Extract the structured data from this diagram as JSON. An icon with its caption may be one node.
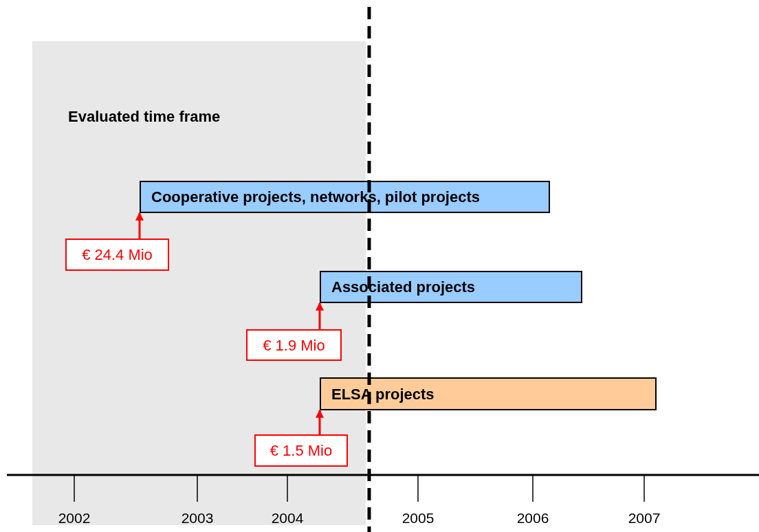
{
  "diagram": {
    "nodes": [
      {
        "text": [
          "Evaluated time frame"
        ]
      },
      {
        "text": [
          "Cooperative projects, networks, pilot projects"
        ]
      },
      {
        "text": [
          "€ 24.4 Mio"
        ],
        "in": 0
      },
      {
        "text": [
          "Associated projects"
        ]
      },
      {
        "text": [
          "€ 1.9 Mio"
        ],
        "in": 0
      },
      {
        "text": [
          "ELSA projects"
        ]
      },
      {
        "text": [
          "€ 1.5 Mio"
        ],
        "in": 0
      }
    ],
    "edges": [
      {
        "from": 2,
        "to": 1,
        "arrow": "to"
      },
      {
        "from": 4,
        "to": 3,
        "arrow": "to"
      },
      {
        "from": 6,
        "to": 5,
        "arrow": "to"
      }
    ],
    "labels": [
      "2002",
      "2003",
      "2004",
      "2005",
      "2006",
      "2007"
    ]
  }
}
